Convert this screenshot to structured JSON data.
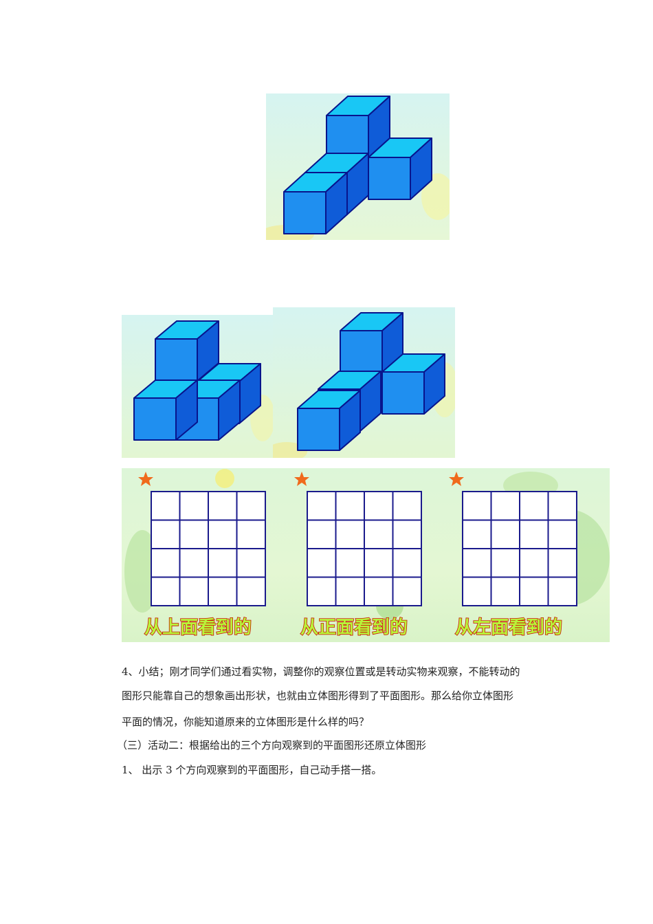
{
  "figures": {
    "grid_panel": {
      "captions": [
        "从上面看到的",
        "从正面看到的",
        "从左面看到的"
      ]
    }
  },
  "paragraphs": {
    "p1": "4、小结；刚才同学们通过看实物，调整你的观察位置或是转动实物来观察，不能转动的",
    "p2": "图形只能靠自己的想象画出形状，也就由立体图形得到了平面图形。那么给你立体图形",
    "p3": "平面的情况，你能知道原来的立体图形是什么样的吗？",
    "p4": "（三）活动二：根据给出的三个方向观察到的平面图形还原立体图形",
    "p5": "1、  出示 3 个方向观察到的平面图形，自己动手搭一搭。"
  },
  "colors": {
    "cube_front": "#1f8ff0",
    "cube_top": "#19c7f5",
    "cube_side": "#0f5cd8",
    "cube_edge": "#08148c",
    "background": "#d5f3ef",
    "caption_fill": "#b8f53a",
    "caption_stroke": "#cc1100",
    "star": "#f06a1c"
  }
}
